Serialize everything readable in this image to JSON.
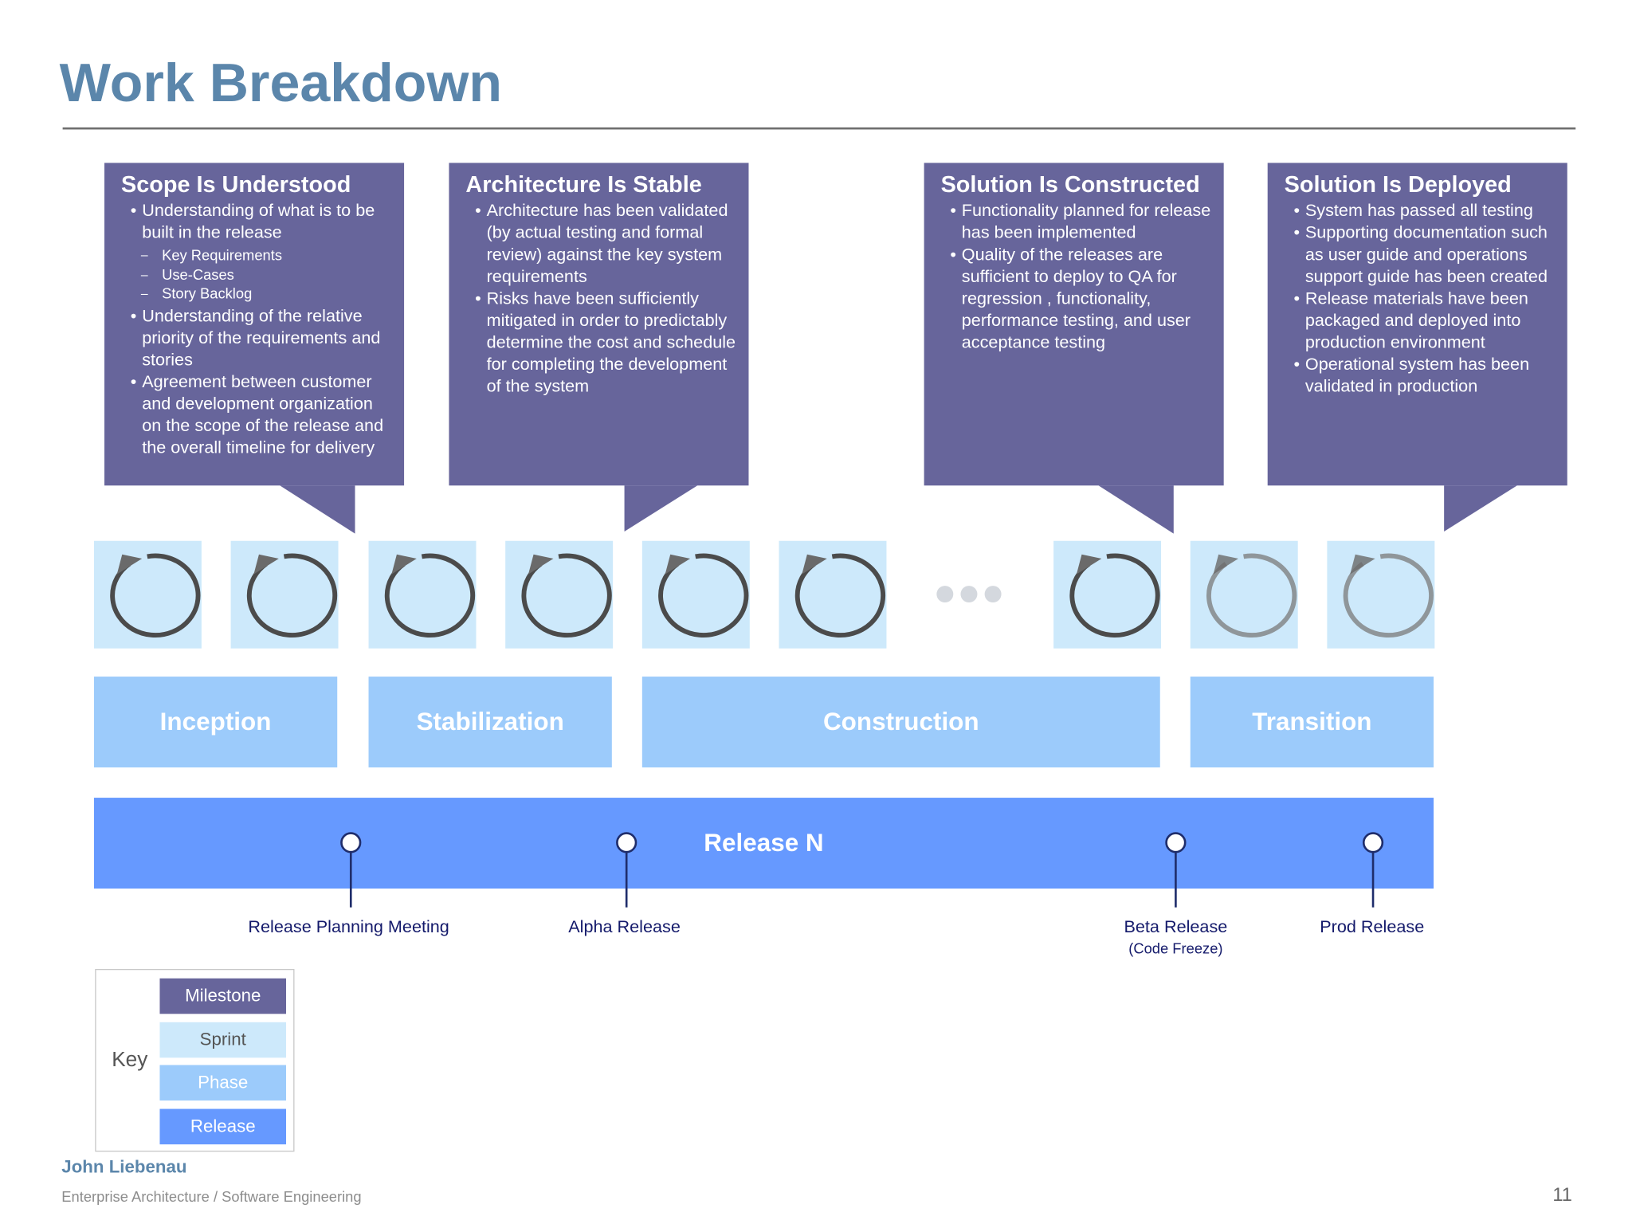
{
  "title": "Work Breakdown",
  "colors": {
    "title": "#5b86ab",
    "milestone": "#67659b",
    "sprint": "#cde9fb",
    "phase": "#9ccbfb",
    "release": "#6699ff",
    "milestone_text": "#141a6b"
  },
  "milestones": [
    {
      "title": "Scope Is Understood",
      "bullets": [
        {
          "text": "Understanding of what is to be built in the release",
          "sub": [
            "Key Requirements",
            "Use-Cases",
            "Story Backlog"
          ]
        },
        {
          "text": "Understanding of the relative priority of the requirements and stories"
        },
        {
          "text": "Agreement between customer and development organization on the scope of the release and the overall timeline for delivery"
        }
      ]
    },
    {
      "title": "Architecture Is Stable",
      "bullets": [
        {
          "text": "Architecture has been validated (by actual testing and formal review) against the key system requirements"
        },
        {
          "text": "Risks have been sufficiently mitigated in order to predictably determine the cost and schedule for completing the development of the system"
        }
      ]
    },
    {
      "title": "Solution Is Constructed",
      "bullets": [
        {
          "text": "Functionality planned for release has been implemented"
        },
        {
          "text": "Quality of the releases are sufficient to deploy to QA for regression , functionality, performance testing, and user acceptance testing"
        }
      ]
    },
    {
      "title": "Solution Is Deployed",
      "bullets": [
        {
          "text": "System has passed all testing"
        },
        {
          "text": "Supporting documentation such as user guide and operations support guide has been created"
        },
        {
          "text": "Release materials have been packaged and deployed into production environment"
        },
        {
          "text": "Operational system has been validated in production"
        }
      ]
    }
  ],
  "sprints": {
    "count": 9,
    "icon": "cycle-arrow-icon",
    "ellipsis_icon": "ellipsis-icon"
  },
  "phases": [
    {
      "label": "Inception"
    },
    {
      "label": "Stabilization"
    },
    {
      "label": "Construction"
    },
    {
      "label": "Transition"
    }
  ],
  "release": {
    "label": "Release N"
  },
  "release_milestones": [
    {
      "label": "Release Planning Meeting"
    },
    {
      "label": "Alpha Release"
    },
    {
      "label": "Beta Release",
      "sublabel": "(Code Freeze)"
    },
    {
      "label": "Prod Release"
    }
  ],
  "key": {
    "label": "Key",
    "items": [
      "Milestone",
      "Sprint",
      "Phase",
      "Release"
    ]
  },
  "footer": {
    "author": "John Liebenau",
    "department": "Enterprise Architecture / Software Engineering",
    "page": "11"
  }
}
